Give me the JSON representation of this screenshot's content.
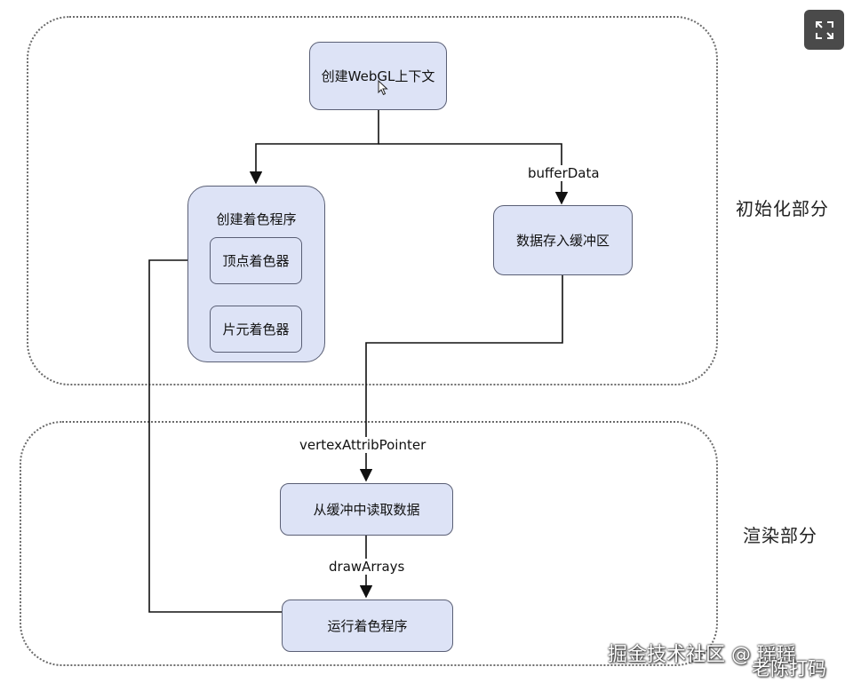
{
  "regions": {
    "init_label": "初始化部分",
    "render_label": "渲染部分"
  },
  "nodes": {
    "create_context": "创建WebGL上下文",
    "create_program_group": "创建着色程序",
    "vertex_shader": "顶点着色器",
    "fragment_shader": "片元着色器",
    "store_buffer": "数据存入缓冲区",
    "read_buffer": "从缓冲中读取数据",
    "run_program": "运行着色程序"
  },
  "edges": {
    "buffer_data": "bufferData",
    "vertex_attrib_pointer": "vertexAttribPointer",
    "draw_arrays": "drawArrays"
  },
  "watermarks": {
    "line1": "掘金技术社区 @ 瑶瑶",
    "line2": "老陈打码"
  },
  "icons": {
    "expand": "expand-icon",
    "cursor": "mouse-cursor-icon"
  },
  "colors": {
    "node_fill": "#dde3f6",
    "node_border": "#5a5f75",
    "line": "#111111"
  }
}
